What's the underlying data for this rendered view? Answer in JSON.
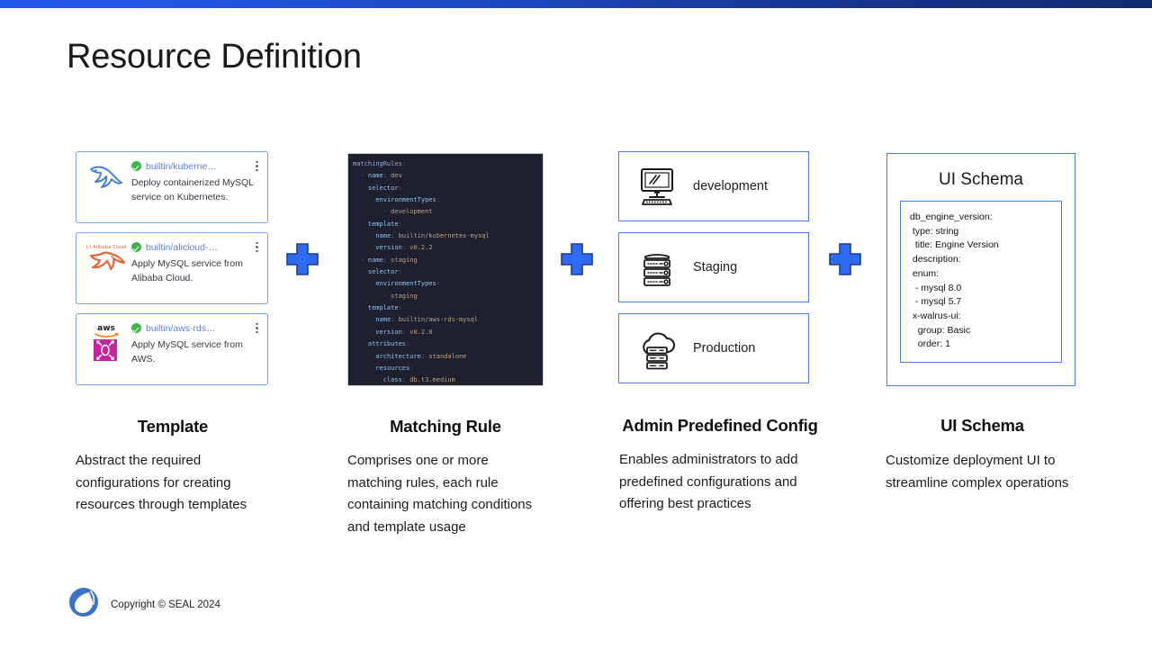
{
  "slide": {
    "title": "Resource Definition",
    "accent_color": "#2358e6",
    "accent_dark": "#112a6f",
    "box_border_color": "#4a7ef0",
    "plus_fill": "#2f6bf2",
    "plus_stroke": "#1b3f8f"
  },
  "templates": {
    "cards": [
      {
        "logo": "mysql-dolphin-icon",
        "status_icon": "check-circle-icon",
        "name": "builtin/kuberne…",
        "menu_icon": "kebab-menu-icon",
        "description": "Deploy containerized MySQL service on Kubernetes."
      },
      {
        "logo": "alibaba-cloud-icon",
        "status_icon": "check-circle-icon",
        "name": "builtin/alicloud-…",
        "menu_icon": "kebab-menu-icon",
        "description": "Apply MySQL service from Alibaba Cloud."
      },
      {
        "logo": "aws-rds-icon",
        "status_icon": "check-circle-icon",
        "name": "builtin/aws-rds…",
        "menu_icon": "kebab-menu-icon",
        "description": "Apply MySQL service from AWS."
      }
    ]
  },
  "matching_rule": {
    "code": "matchingRules:\n  - name: dev\n    selector:\n      environmentTypes:\n        - development\n    template:\n      name: builtin/kubernetes-mysql\n      version: v0.2.2\n  - name: staging\n    selector:\n      environmentTypes:\n        - staging\n    template:\n      name: builtin/aws-rds-mysql\n      version: v0.2.0\n    attributes:\n      architecture: standalone\n      resources:\n        class: db.t3.medium"
  },
  "admin_config": {
    "environments": [
      {
        "icon": "desktop-monitor-icon",
        "label": "development"
      },
      {
        "icon": "server-rack-icon",
        "label": "Staging"
      },
      {
        "icon": "cloud-server-icon",
        "label": "Production"
      }
    ]
  },
  "ui_schema": {
    "title": "UI Schema",
    "code": "db_engine_version:\n type: string\n  title: Engine Version\n description:\n enum:\n  - mysql 8.0\n  - mysql 5.7\n x-walrus-ui:\n   group: Basic\n   order: 1"
  },
  "captions": [
    {
      "title": "Template",
      "text": "Abstract the required configurations for creating resources through templates"
    },
    {
      "title": "Matching Rule",
      "text": "Comprises one or more matching rules, each rule containing matching conditions and template usage"
    },
    {
      "title": "Admin Predefined Config",
      "text": "Enables administrators to add predefined configurations and offering best practices"
    },
    {
      "title": "UI Schema",
      "text": "Customize deployment UI to streamline complex operations"
    }
  ],
  "footer": {
    "logo_icon": "seal-logo-icon",
    "copyright": "Copyright © SEAL 2024"
  },
  "plus_separators": [
    {
      "name": "plus-icon-1"
    },
    {
      "name": "plus-icon-2"
    },
    {
      "name": "plus-icon-3"
    }
  ]
}
